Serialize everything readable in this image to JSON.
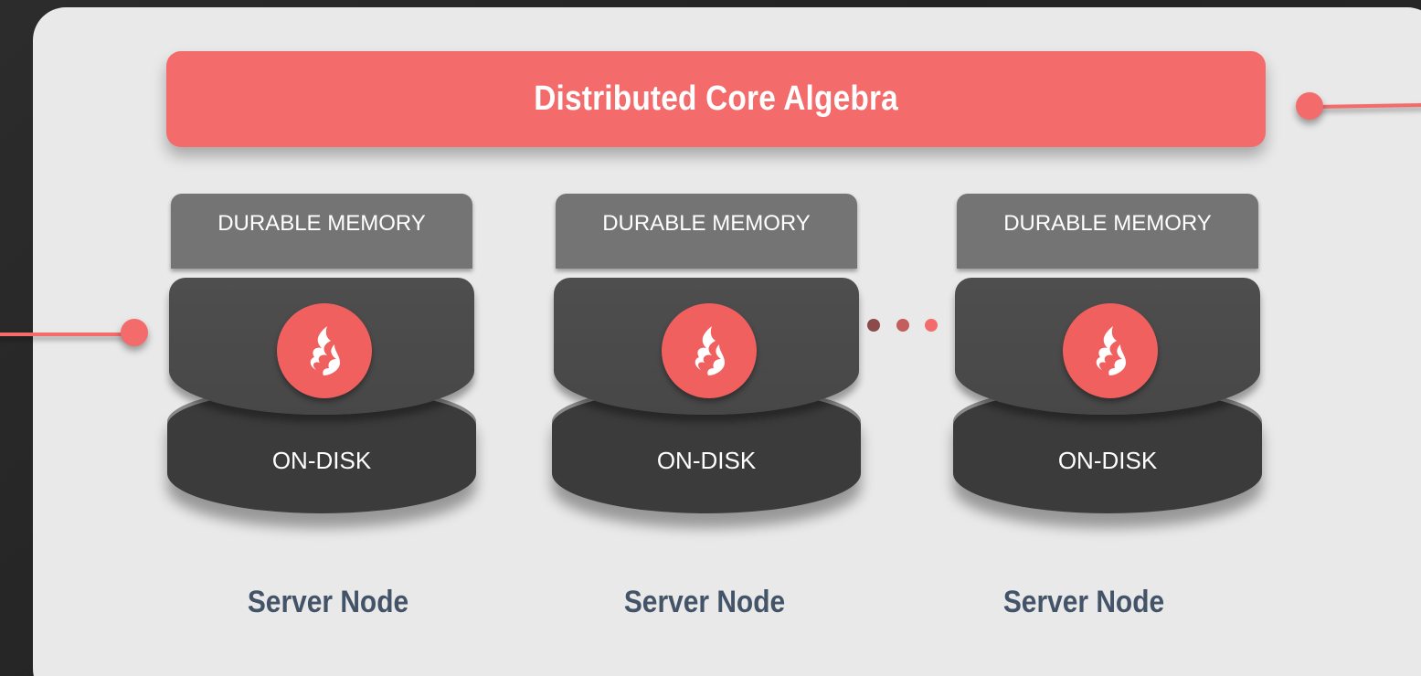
{
  "title": "Distributed Core Algebra",
  "nodes": [
    {
      "memory_label": "DURABLE MEMORY",
      "disk_label": "ON-DISK",
      "name": "Server Node"
    },
    {
      "memory_label": "DURABLE MEMORY",
      "disk_label": "ON-DISK",
      "name": "Server Node"
    },
    {
      "memory_label": "DURABLE MEMORY",
      "disk_label": "ON-DISK",
      "name": "Server Node"
    }
  ],
  "icons": {
    "node_icon": "flame-icon",
    "between_nodes": "ellipsis-icon"
  },
  "colors": {
    "accent": "#f46b6b",
    "panel": "#e9e9e9",
    "background": "#262626",
    "node_label": "#435468",
    "memory_block": "#747474",
    "disk_block": "#3b3b3b"
  }
}
